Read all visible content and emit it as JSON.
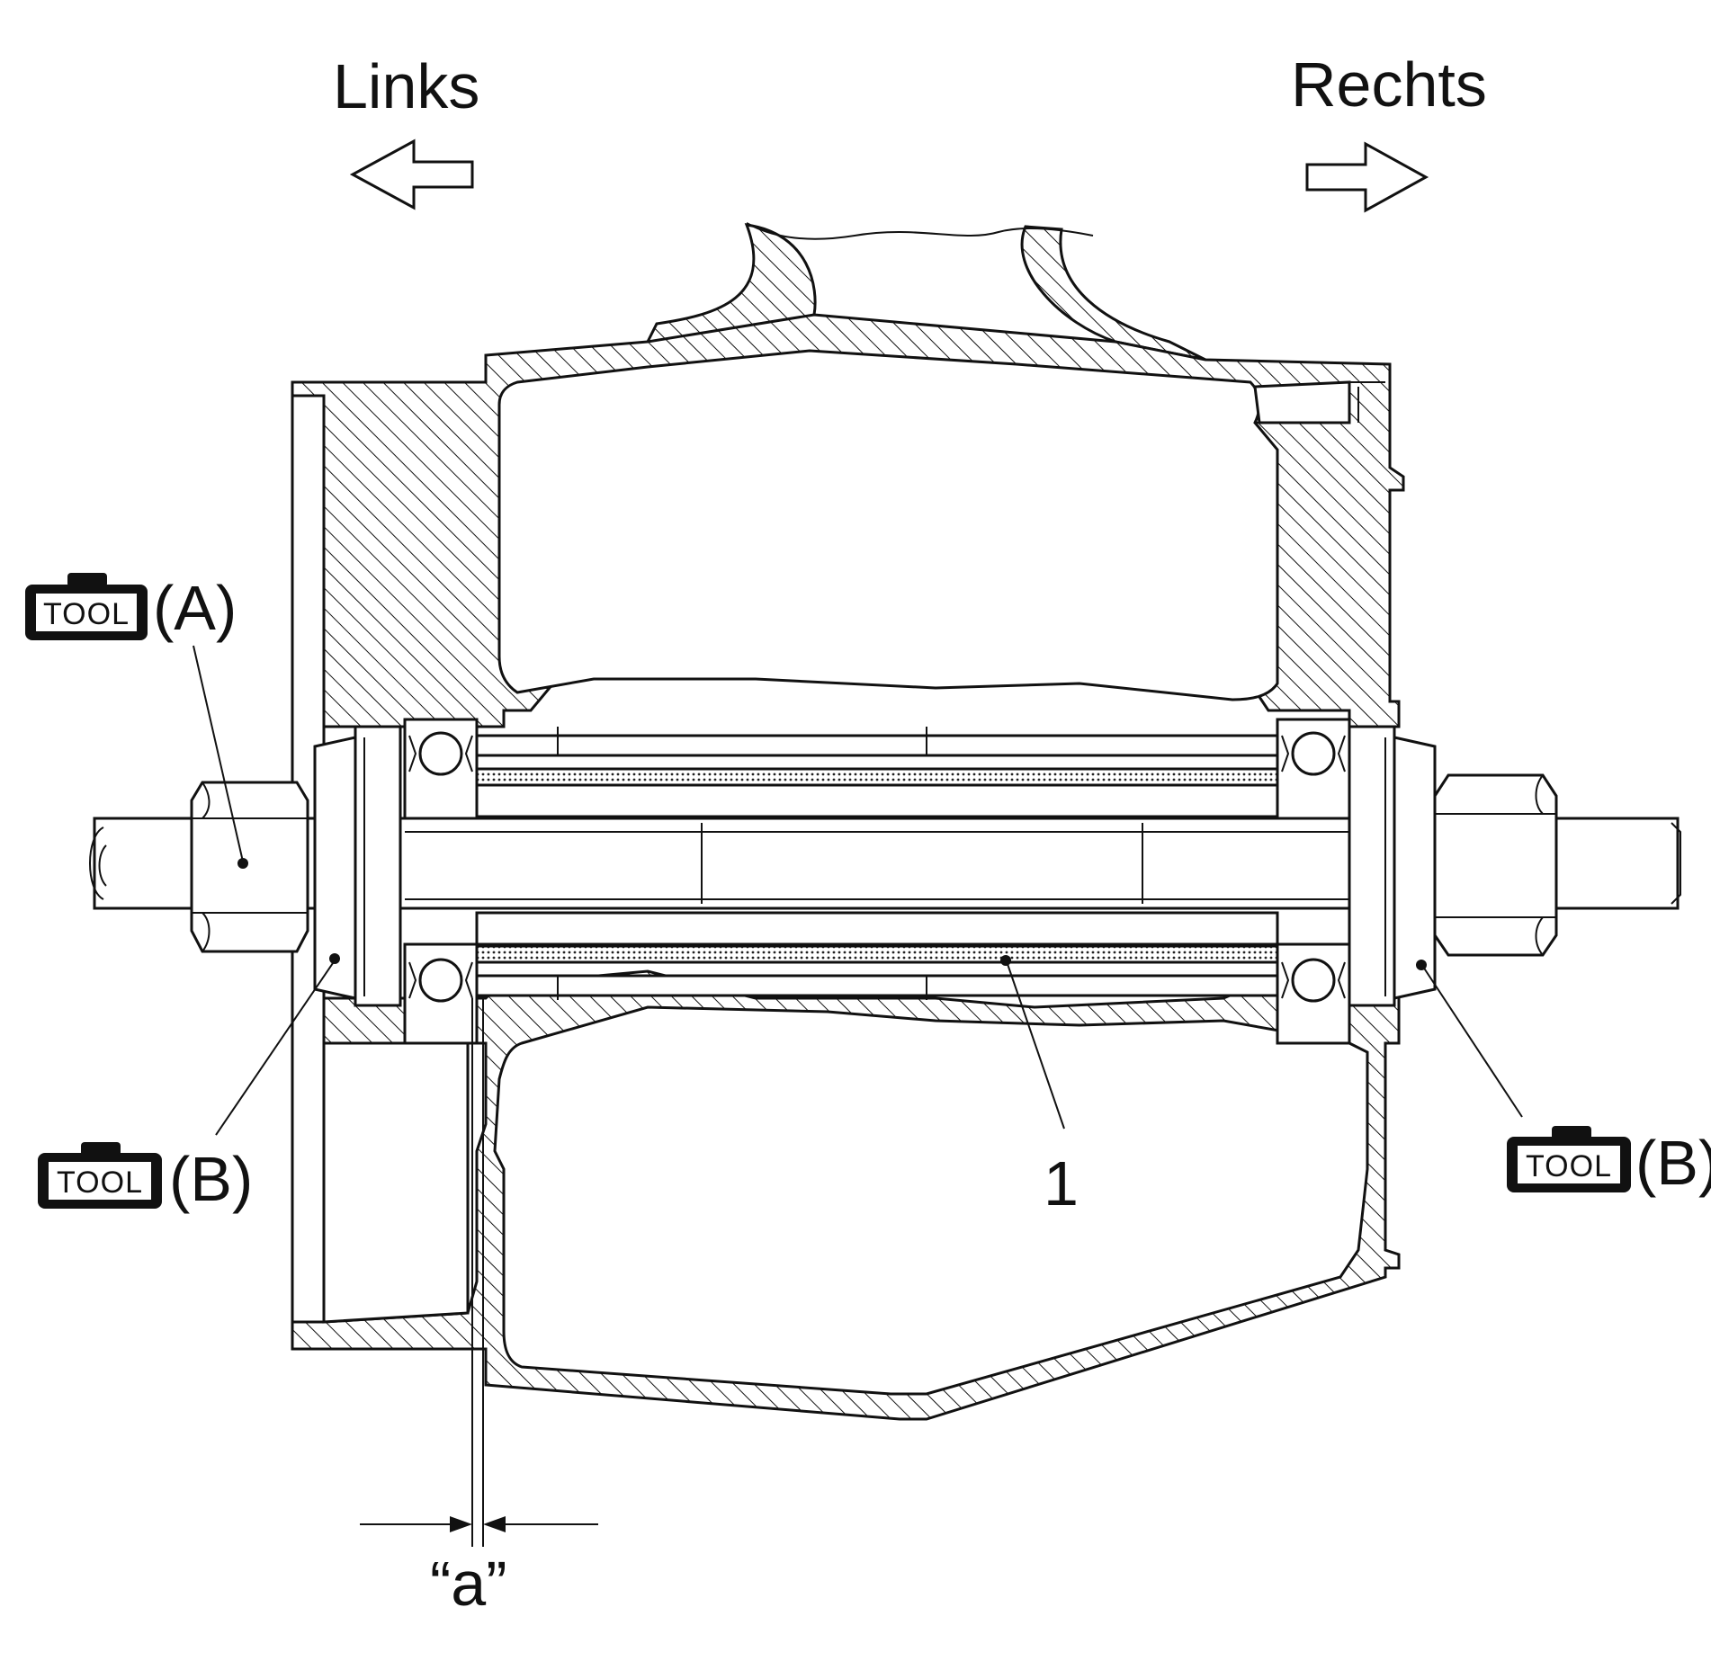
{
  "direction": {
    "left_label": "Links",
    "right_label": "Rechts"
  },
  "tools": [
    {
      "badge": "TOOL",
      "label": "(A)"
    },
    {
      "badge": "TOOL",
      "label": "(B)"
    },
    {
      "badge": "TOOL",
      "label": "(B)"
    }
  ],
  "callouts": {
    "part_1": "1",
    "dimension_a": "“a”"
  },
  "icons": {
    "direction": "hollow-arrow-icon",
    "tool": "toolbox-icon"
  },
  "colors": {
    "line": "#111111",
    "background": "#ffffff"
  }
}
